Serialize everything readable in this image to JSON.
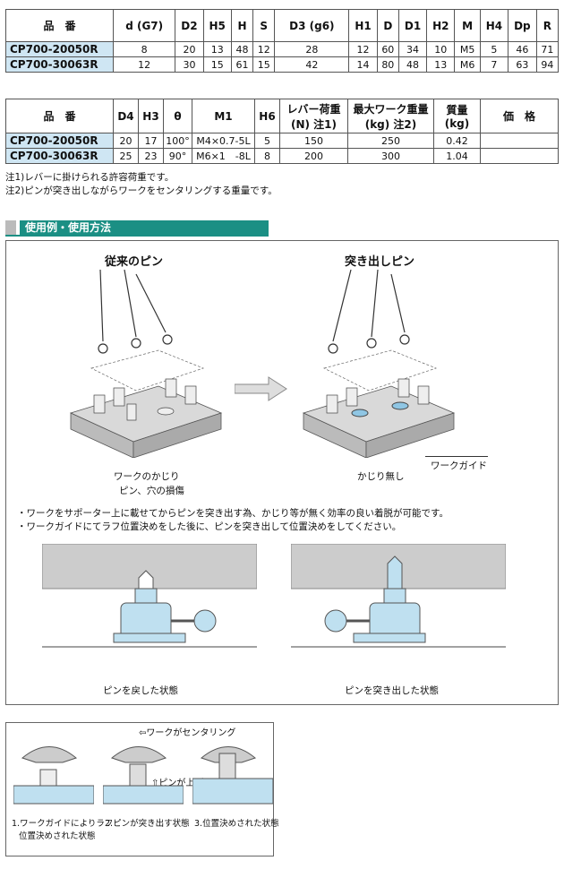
{
  "table1": {
    "headers": [
      "品　番",
      "d (G7)",
      "D2",
      "H5",
      "H",
      "S",
      "D3 (g6)",
      "H1",
      "D",
      "D1",
      "H2",
      "M",
      "H4",
      "Dp",
      "R"
    ],
    "rows": [
      [
        "CP700-20050R",
        "8",
        "20",
        "13",
        "48",
        "12",
        "28",
        "12",
        "60",
        "34",
        "10",
        "M5",
        "5",
        "46",
        "71"
      ],
      [
        "CP700-30063R",
        "12",
        "30",
        "15",
        "61",
        "15",
        "42",
        "14",
        "80",
        "48",
        "13",
        "M6",
        "7",
        "63",
        "94"
      ]
    ]
  },
  "table2": {
    "headers": [
      "品　番",
      "D4",
      "H3",
      "θ",
      "M1",
      "H6",
      "レバー荷重 (N) 注1)",
      "最大ワーク重量 (kg) 注2)",
      "質量 (kg)",
      "価　格"
    ],
    "rows": [
      [
        "CP700-20050R",
        "20",
        "17",
        "100°",
        "M4×0.7-5L",
        "5",
        "150",
        "250",
        "0.42",
        ""
      ],
      [
        "CP700-30063R",
        "25",
        "23",
        "90°",
        "M6×1　-8L",
        "8",
        "200",
        "300",
        "1.04",
        ""
      ]
    ]
  },
  "notes": {
    "n1": "注1)レバーに掛けられる許容荷重です。",
    "n2": "注2)ピンが突き出しながらワークをセンタリングする重量です。"
  },
  "section_title": "使用例・使用方法",
  "usage": {
    "left_title": "従来のピン",
    "right_title": "突き出しピン",
    "left_caption_1": "ワークのかじり",
    "left_caption_2": "ピン、穴の損傷",
    "right_caption": "かじり無し",
    "work_guide": "ワークガイド",
    "bullet1": "・ワークをサポーター上に載せてからピンを突き出す為、かじり等が無く効率の良い着脱が可能です。",
    "bullet2": "・ワークガイドにてラフ位置決めをした後に、ピンを突き出して位置決めをしてください。",
    "state_retracted": "ピンを戻した状態",
    "state_extended": "ピンを突き出した状態"
  },
  "steps": {
    "centering": "⇦ワークがセンタリング",
    "pin_up": "⇧ピンが上がる",
    "s1a": "1.ワークガイドによりラフ",
    "s1b": "位置決めされた状態",
    "s2": "2.ピンが突き出す状態",
    "s3": "3.位置決めされた状態"
  },
  "colors": {
    "part_number_bg": "#cfe6f3",
    "section_bar": "#1b8f84",
    "component": "#bfe0f0",
    "work": "#cccccc"
  }
}
